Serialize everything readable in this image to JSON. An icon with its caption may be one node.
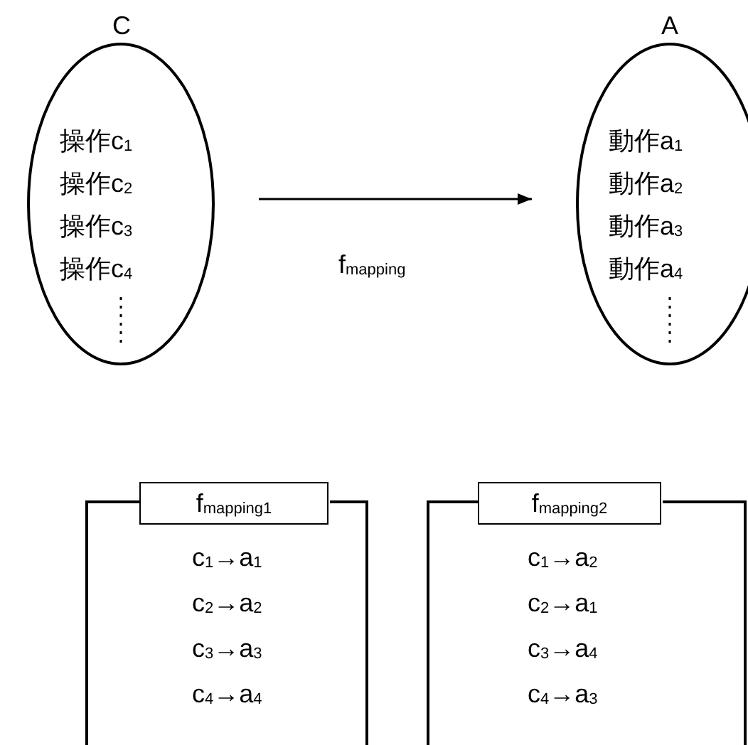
{
  "diagram": {
    "nodes": [
      {
        "text": [
          "C",
          "操作c$_{1}$",
          "操作c$_{2}$",
          "操作c$_{3}$",
          "操作c$_{4}$"
        ]
      },
      {
        "text": [
          "A",
          "動作a$_{1}$",
          "動作a$_{2}$",
          "動作a$_{3}$",
          "動作a$_{4}$"
        ]
      },
      {
        "text": [
          "f$_{mapping1}$",
          "c$_{1}$→a$_{1}$",
          "c$_{2}$→a$_{2}$",
          "c$_{3}$→a$_{3}$",
          "c$_{4}$→a$_{4}$"
        ]
      },
      {
        "text": [
          "f$_{mapping2}$",
          "c$_{1}$→a$_{2}$",
          "c$_{2}$→a$_{1}$",
          "c$_{3}$→a$_{4}$",
          "c$_{4}$→a$_{3}$"
        ]
      }
    ],
    "edges": [
      {
        "from": 0,
        "to": 1,
        "arrow": "to",
        "label": "f$_{mapping}$"
      }
    ]
  }
}
